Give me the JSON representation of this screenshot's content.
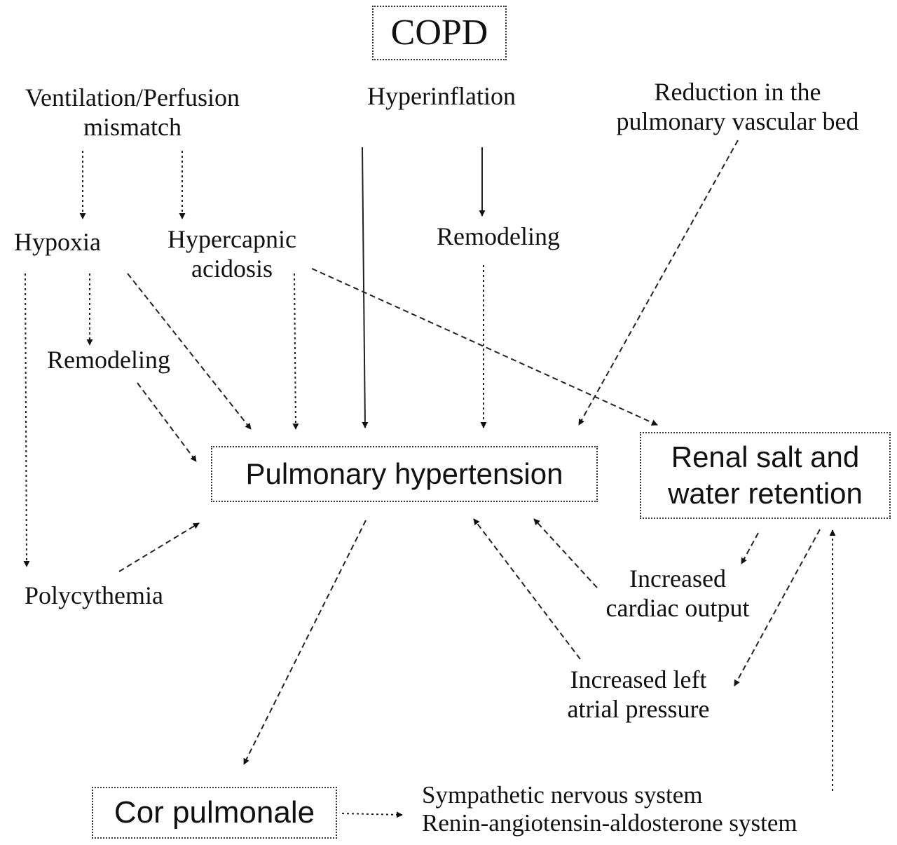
{
  "nodes": {
    "copd": "COPD",
    "vp_mismatch_line1": "Ventilation/Perfusion",
    "vp_mismatch_line2": "mismatch",
    "hyperinflation": "Hyperinflation",
    "reduction_line1": "Reduction in the",
    "reduction_line2": "pulmonary vascular bed",
    "hypoxia": "Hypoxia",
    "hypercapnic_line1": "Hypercapnic",
    "hypercapnic_line2": "acidosis",
    "remodeling_upper": "Remodeling",
    "remodeling_lower": "Remodeling",
    "pulmonary_hypertension": "Pulmonary hypertension",
    "renal_line1": "Renal salt and",
    "renal_line2": "water retention",
    "polycythemia": "Polycythemia",
    "cardiac_output_line1": "Increased",
    "cardiac_output_line2": "cardiac output",
    "left_atrial_line1": "Increased left",
    "left_atrial_line2": "atrial pressure",
    "cor_pulmonale": "Cor pulmonale",
    "sympathetic": "Sympathetic nervous system",
    "raas": "Renin-angiotensin-aldosterone system"
  },
  "edges": [
    {
      "from": "vp_mismatch",
      "to": "hypoxia",
      "style": "dotted"
    },
    {
      "from": "vp_mismatch",
      "to": "hypercapnic_acidosis",
      "style": "dotted"
    },
    {
      "from": "hyperinflation",
      "to": "pulmonary_hypertension",
      "style": "solid"
    },
    {
      "from": "hyperinflation",
      "to": "remodeling_upper",
      "style": "solid"
    },
    {
      "from": "remodeling_upper",
      "to": "pulmonary_hypertension",
      "style": "dotted"
    },
    {
      "from": "reduction",
      "to": "pulmonary_hypertension",
      "style": "dashed"
    },
    {
      "from": "hypoxia",
      "to": "polycythemia",
      "style": "dotted"
    },
    {
      "from": "hypoxia",
      "to": "remodeling_lower",
      "style": "dotted"
    },
    {
      "from": "hypoxia",
      "to": "pulmonary_hypertension",
      "style": "dashed"
    },
    {
      "from": "hypercapnic_acidosis",
      "to": "pulmonary_hypertension",
      "style": "dotted"
    },
    {
      "from": "hypercapnic_acidosis",
      "to": "renal_retention",
      "style": "dashed"
    },
    {
      "from": "remodeling_lower",
      "to": "pulmonary_hypertension",
      "style": "dashed"
    },
    {
      "from": "polycythemia",
      "to": "pulmonary_hypertension",
      "style": "dashed"
    },
    {
      "from": "increased_cardiac_output",
      "to": "pulmonary_hypertension",
      "style": "dashed"
    },
    {
      "from": "increased_left_atrial_pressure",
      "to": "pulmonary_hypertension",
      "style": "dashed"
    },
    {
      "from": "renal_retention",
      "to": "increased_cardiac_output",
      "style": "dashed"
    },
    {
      "from": "renal_retention",
      "to": "increased_left_atrial_pressure",
      "style": "dashed"
    },
    {
      "from": "pulmonary_hypertension",
      "to": "cor_pulmonale",
      "style": "dashed"
    },
    {
      "from": "cor_pulmonale",
      "to": "neurohormonal_systems",
      "style": "dotted"
    },
    {
      "from": "neurohormonal_systems",
      "to": "renal_retention",
      "style": "dotted"
    }
  ]
}
